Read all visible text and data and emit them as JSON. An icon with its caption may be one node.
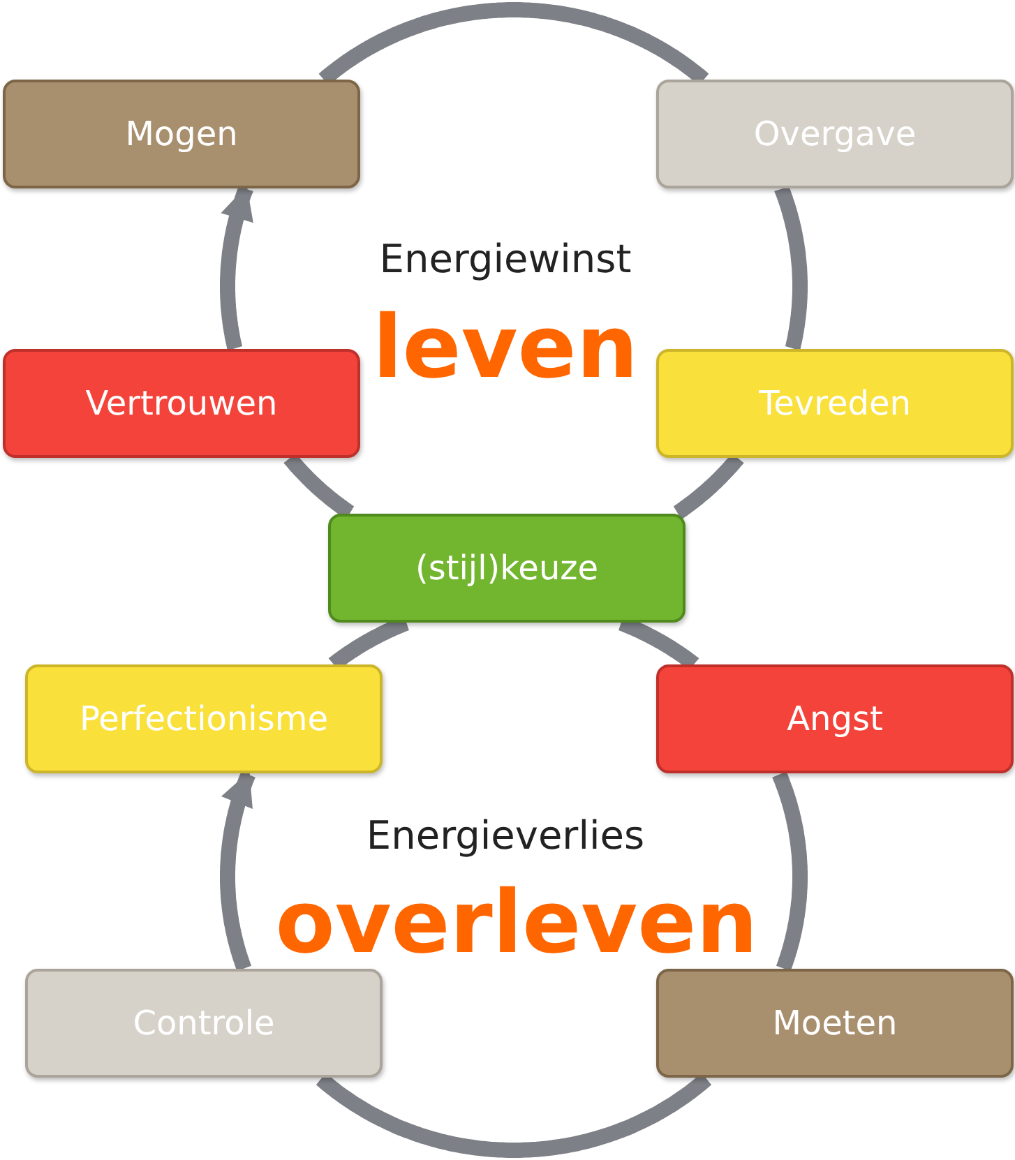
{
  "diagram": {
    "nodes": [
      {
        "text": [
          "Mogen"
        ]
      },
      {
        "text": [
          "Overgave"
        ]
      },
      {
        "text": [
          "Vertrouwen"
        ]
      },
      {
        "text": [
          "Tevreden"
        ]
      },
      {
        "text": [
          "(stijl)keuze"
        ]
      },
      {
        "text": [
          "Perfectionisme"
        ]
      },
      {
        "text": [
          "Angst"
        ]
      },
      {
        "text": [
          "Controle"
        ]
      },
      {
        "text": [
          "Moeten"
        ]
      }
    ],
    "edges": [
      {
        "from": 4,
        "to": 2,
        "arrow": "none"
      },
      {
        "from": 2,
        "to": 0,
        "arrow": "to"
      },
      {
        "from": 0,
        "to": 1,
        "arrow": "none"
      },
      {
        "from": 1,
        "to": 3,
        "arrow": "none"
      },
      {
        "from": 3,
        "to": 4,
        "arrow": "none"
      },
      {
        "from": 4,
        "to": 6,
        "arrow": "none"
      },
      {
        "from": 6,
        "to": 8,
        "arrow": "none"
      },
      {
        "from": 8,
        "to": 7,
        "arrow": "none"
      },
      {
        "from": 7,
        "to": 5,
        "arrow": "to"
      },
      {
        "from": 5,
        "to": 4,
        "arrow": "none"
      }
    ],
    "labels": [
      "Energiewinst",
      "leven",
      "Energieverlies",
      "overleven"
    ]
  }
}
